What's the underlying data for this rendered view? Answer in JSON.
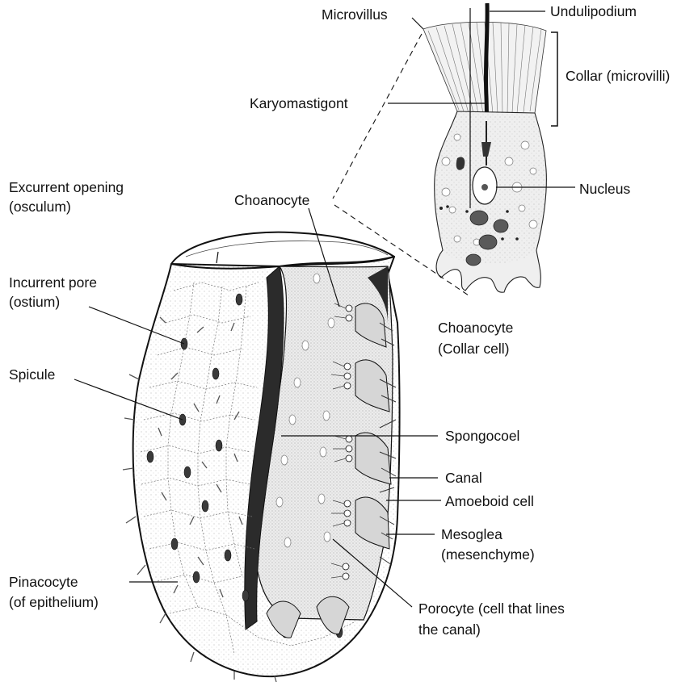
{
  "labels": {
    "microvillus": "Microvillus",
    "undulipodium": "Undulipodium",
    "collar_line1": "Collar (microvilli)",
    "karyomastigont": "Karyomastigont",
    "nucleus": "Nucleus",
    "excurrent_line1": "Excurrent opening",
    "excurrent_line2": "(osculum)",
    "choanocyte": "Choanocyte",
    "incurrent_line1": "Incurrent pore",
    "incurrent_line2": "(ostium)",
    "choanocyte_collar_line1": "Choanocyte",
    "choanocyte_collar_line2": "(Collar cell)",
    "spicule": "Spicule",
    "spongocoel": "Spongocoel",
    "canal": "Canal",
    "amoeboid": "Amoeboid cell",
    "mesoglea_line1": "Mesoglea",
    "mesoglea_line2": "(mesenchyme)",
    "pinacocyte_line1": "Pinacocyte",
    "pinacocyte_line2": "(of epithelium)",
    "porocyte_line1": "Porocyte (cell that lines",
    "porocyte_line2": "the canal)"
  },
  "colors": {
    "ink": "#111111",
    "body_fill": "#f4f4f4",
    "shade": "#d9d9d9",
    "dark": "#2b2b2b"
  }
}
